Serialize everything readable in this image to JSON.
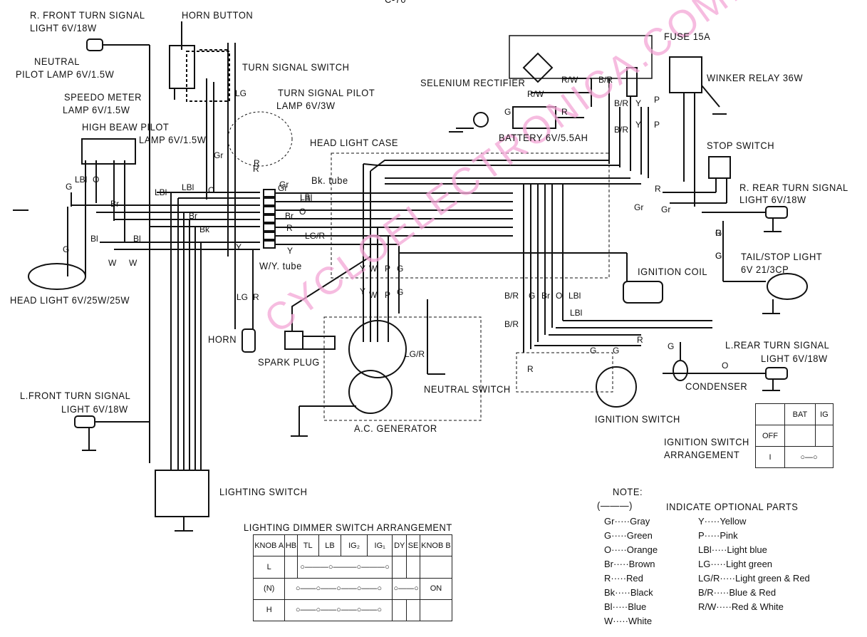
{
  "header": {
    "page_code": "C-70"
  },
  "components": {
    "r_front_turn": "R. FRONT TURN SIGNAL",
    "r_front_turn_spec": "LIGHT 6V/18W",
    "horn_button": "HORN BUTTON",
    "neutral_pilot": "NEUTRAL",
    "neutral_pilot_spec": "PILOT  LAMP 6V/1.5W",
    "speedo": "SPEEDO METER",
    "speedo_spec": "LAMP 6V/1.5W",
    "high_beam": "HIGH BEAW PILOT",
    "high_beam_spec": "LAMP  6V/1.5W",
    "turn_switch": "TURN SIGNAL SWITCH",
    "turn_pilot": "TURN SIGNAL PILOT",
    "turn_pilot_spec": "LAMP 6V/3W",
    "head_light_case": "HEAD LIGHT CASE",
    "bk_tube": "Bk. tube",
    "wy_tube": "W/Y. tube",
    "head_light": "HEAD LIGHT 6V/25W/25W",
    "horn": "HORN",
    "spark_plug": "SPARK PLUG",
    "l_front_turn": "L.FRONT TURN SIGNAL",
    "l_front_turn_spec": "LIGHT 6V/18W",
    "lighting_switch": "LIGHTING SWITCH",
    "ac_generator": "A.C. GENERATOR",
    "neutral_switch": "NEUTRAL SWITCH",
    "fuse": "FUSE 15A",
    "selenium": "SELENIUM RECTIFIER",
    "winker": "WINKER RELAY 36W",
    "battery": "BATTERY 6V/5.5AH",
    "stop_switch": "STOP SWITCH",
    "r_rear_turn": "R. REAR TURN SIGNAL",
    "r_rear_turn_spec": "LIGHT 6V/18W",
    "tail_stop": "TAIL/STOP LIGHT",
    "tail_stop_spec": "6V 21/3CP",
    "ignition_coil": "IGNITION COIL",
    "l_rear_turn": "L.REAR TURN SIGNAL",
    "l_rear_turn_spec": "LIGHT 6V/18W",
    "condenser": "CONDENSER",
    "ignition_switch": "IGNITION SWITCH"
  },
  "wire_labels": [
    "Gr",
    "LBl",
    "G",
    "LBl",
    "O",
    "LBl",
    "LBl",
    "O",
    "Br",
    "Br",
    "Bk",
    "Bl",
    "Bl",
    "W",
    "W",
    "G",
    "LG",
    "R",
    "Gr",
    "Gr",
    "LBl",
    "O",
    "Br",
    "R",
    "LG/R",
    "Y",
    "Y",
    "LG",
    "R",
    "Y",
    "W",
    "P",
    "G",
    "Y",
    "W",
    "P",
    "G",
    "LG/R",
    "R/W",
    "R/W",
    "B/R",
    "B/R",
    "B/R",
    "Y",
    "P",
    "Y",
    "P",
    "G",
    "R",
    "R",
    "Gr",
    "Gr",
    "G",
    "G",
    "B/R",
    "G",
    "R",
    "Br",
    "O",
    "LBl",
    "B/R",
    "LBl",
    "G",
    "G",
    "R",
    "G",
    "O",
    "R",
    "G",
    "R"
  ],
  "ign_table": {
    "title": "IGNITION SWITCH",
    "title2": "ARRANGEMENT",
    "cols": [
      "BAT",
      "IG"
    ],
    "rows": [
      "OFF",
      "I"
    ]
  },
  "dimmer_table": {
    "title": "LIGHTING DIMMER SWITCH ARRANGEMENT",
    "cols": [
      "KNOB A",
      "HB",
      "TL",
      "LB",
      "IG₂",
      "IG₁",
      "DY",
      "SE",
      "KNOB B"
    ],
    "rows": [
      "L",
      "(N)",
      "H"
    ],
    "on": "ON"
  },
  "legend": {
    "title": "NOTE:",
    "optional": "INDICATE OPTIONAL PARTS",
    "left": [
      [
        "Gr",
        "Gray"
      ],
      [
        "G",
        "Green"
      ],
      [
        "O",
        "Orange"
      ],
      [
        "Br",
        "Brown"
      ],
      [
        "R",
        "Red"
      ],
      [
        "Bk",
        "Black"
      ],
      [
        "Bl",
        "Blue"
      ],
      [
        "W",
        "White"
      ]
    ],
    "right": [
      [
        "Y",
        "Yellow"
      ],
      [
        "P",
        "Pink"
      ],
      [
        "LBl",
        "Light blue"
      ],
      [
        "LG",
        "Light green"
      ],
      [
        "LG/R",
        "Light green & Red"
      ],
      [
        "B/R",
        "Blue & Red"
      ],
      [
        "R/W",
        "Red & White"
      ]
    ]
  },
  "watermark": "CYCLOELECTRONICA.COM.AR",
  "lighting_switch_terms": [
    "LB",
    "HB",
    "TL",
    "IG",
    "DY",
    "SE"
  ],
  "ign_switch_terms": [
    "IG",
    "BAT"
  ]
}
